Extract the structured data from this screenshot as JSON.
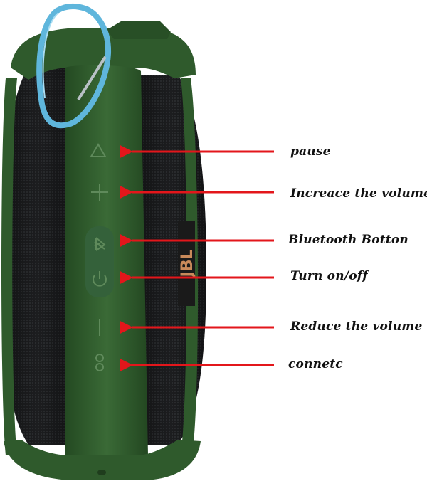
{
  "labels": {
    "pause": "pause",
    "increase_volume": "Increace the volume",
    "bluetooth": "Bluetooth Botton",
    "power": "Turn on/off",
    "reduce_volume": "Reduce the volume",
    "connect": "connetc"
  },
  "brand_text": "JBL",
  "colors": {
    "case_green": "#2f5a2c",
    "fabric_black": "#1c1d1f",
    "carabiner_blue": "#5fb6dc",
    "arrow_red": "#e3161b",
    "label_text": "#111111"
  },
  "icons": [
    "play-triangle-icon",
    "plus-icon",
    "bluetooth-icon",
    "power-icon",
    "minus-icon",
    "connect-link-icon"
  ]
}
